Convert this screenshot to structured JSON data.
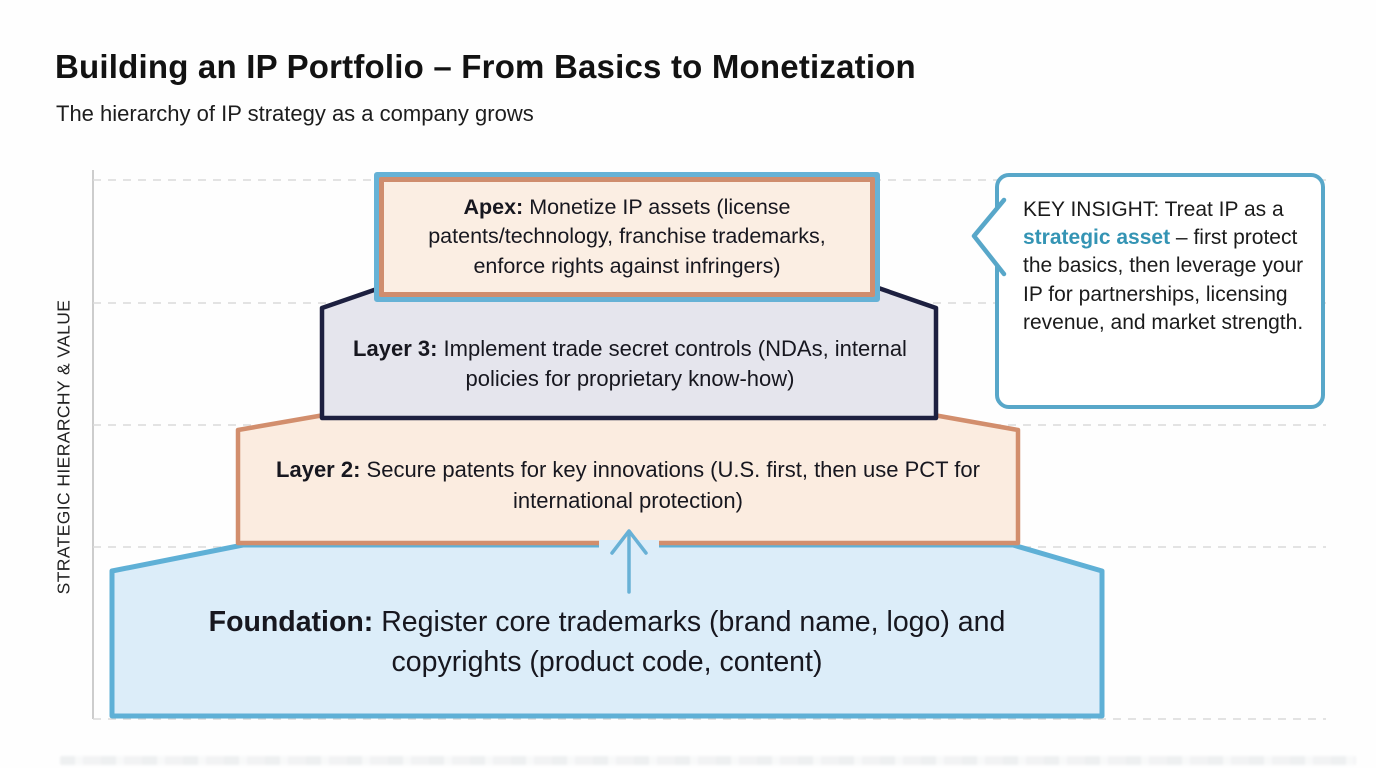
{
  "header": {
    "title": "Building an IP Portfolio – From Basics to Monetization",
    "subtitle": "The hierarchy of IP strategy as a company grows"
  },
  "chart": {
    "type": "pyramid-diagram",
    "y_axis_label": "STRATEGIC HIERARCHY & VALUE",
    "gridlines": "dashed-horizontal"
  },
  "pyramid": {
    "layers": [
      {
        "id": "apex",
        "lead": "Apex:",
        "text": " Monetize IP assets (license patents/technology, franchise trademarks, enforce rights against infringers)",
        "fill": "#fbeee3",
        "border": "#cf8d6e",
        "outer_border": "#66b2d6"
      },
      {
        "id": "layer3",
        "lead": "Layer 3:",
        "text": " Implement trade secret controls (NDAs, internal policies for proprietary know-how)",
        "fill": "#e5e5ed",
        "border": "#1d2040"
      },
      {
        "id": "layer2",
        "lead": "Layer 2:",
        "text": " Secure patents for key innovations (U.S. first, then use PCT for international protection)",
        "fill": "#fbece0",
        "border": "#d28e6d"
      },
      {
        "id": "foundation",
        "lead": "Foundation:",
        "text": " Register core trademarks (brand name, logo) and copyrights (product code, content)",
        "fill": "#dcedf9",
        "border": "#5fb0d6"
      }
    ],
    "arrow_color": "#68b1d6"
  },
  "callout": {
    "text_before": "KEY INSIGHT: Treat IP as a ",
    "highlight": "strategic asset",
    "text_after": " – first protect the basics, then leverage your IP for partnerships, licensing revenue, and market strength.",
    "border_color": "#58a7c9",
    "highlight_color": "#3494b4"
  }
}
